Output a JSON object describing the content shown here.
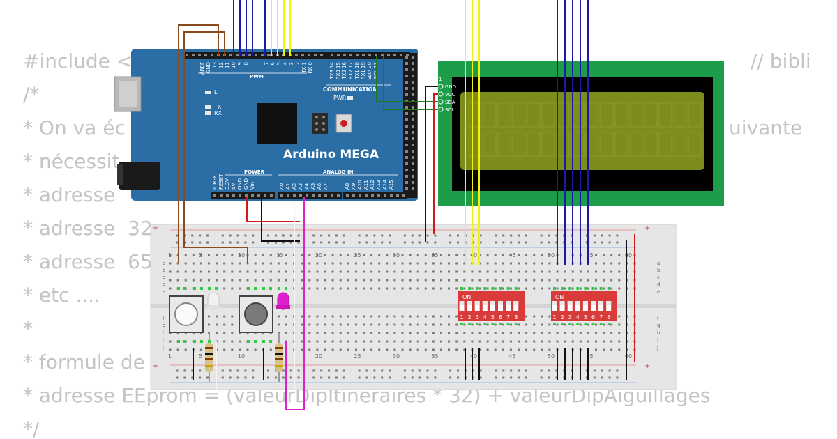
{
  "code_lines": [
    "#include <",
    "/*",
    "* On va éc",
    "* nécessit",
    "* adresse",
    "* adresse  32",
    "* adresse  65",
    "* etc ....",
    "*",
    "* formule de",
    "* adresse EEprom = (valeurDipItineraires * 32) + valeurDipAiguillages",
    "*/"
  ],
  "code_fragments": {
    "library_comment": "// bibli",
    "suivante": "uivante"
  },
  "arduino": {
    "name": "Arduino MEGA",
    "pwm_label": "PWM",
    "communication_label": "COMMUNICATION",
    "power_label": "POWER",
    "analog_label": "ANALOG IN",
    "pwr_led_label": "PWR",
    "led_l": "L",
    "led_tx": "TX",
    "led_rx": "RX",
    "top_pins_left": [
      "AREF",
      "GND",
      "13",
      "12",
      "11",
      "10",
      "9",
      "8"
    ],
    "top_pins_mid": [
      "7",
      "6",
      "5",
      "4",
      "3",
      "2",
      "TX 1",
      "RX 0"
    ],
    "top_pins_right": [
      "TX3 14",
      "RX3 15",
      "TX2 16",
      "RX2 17",
      "TX1 18",
      "RX1 19",
      "SDA 20",
      "SCL 21"
    ],
    "power_pins": [
      "IOREF",
      "RESET",
      "3.3V",
      "5V",
      "GND",
      "GND",
      "Vin"
    ],
    "analog_pins_a": [
      "A0",
      "A1",
      "A2",
      "A3",
      "A4",
      "A5",
      "A6",
      "A7"
    ],
    "analog_pins_b": [
      "A8",
      "A9",
      "A10",
      "A11",
      "A12",
      "A13",
      "A14",
      "A15"
    ]
  },
  "lcd": {
    "pins": [
      "GND",
      "VCC",
      "SDA",
      "SCL"
    ],
    "pin1": "1"
  },
  "breadboard": {
    "col_numbers": [
      "1",
      "5",
      "10",
      "15",
      "20",
      "25",
      "30",
      "35",
      "40",
      "45",
      "50",
      "55",
      "60"
    ],
    "row_letters_top": [
      "a",
      "b",
      "c",
      "d",
      "e"
    ],
    "row_letters_bottom": [
      "f",
      "g",
      "h",
      "i",
      "j"
    ],
    "plus": "+",
    "minus": "-"
  },
  "dip_switch_1": {
    "on_label": "ON",
    "numbers": [
      "1",
      "2",
      "3",
      "4",
      "5",
      "6",
      "7",
      "8"
    ]
  },
  "dip_switch_2": {
    "on_label": "ON",
    "numbers": [
      "1",
      "2",
      "3",
      "4",
      "5",
      "6",
      "7",
      "8"
    ]
  },
  "colors": {
    "arduino_board": "#2b6ea6",
    "lcd_pcb": "#1d9c4a",
    "lcd_screen": "#7e8c1c",
    "breadboard": "#e6e6e6",
    "dip_switch": "#d93a3a",
    "wire_blue": "#1a1aa8",
    "wire_yellow": "#f2f20a",
    "wire_brown": "#8b4a1c",
    "wire_green": "#1f7a1f",
    "wire_red": "#d11a1a",
    "wire_black": "#111111",
    "wire_magenta": "#e020c8",
    "led_magenta": "#e020d0"
  }
}
